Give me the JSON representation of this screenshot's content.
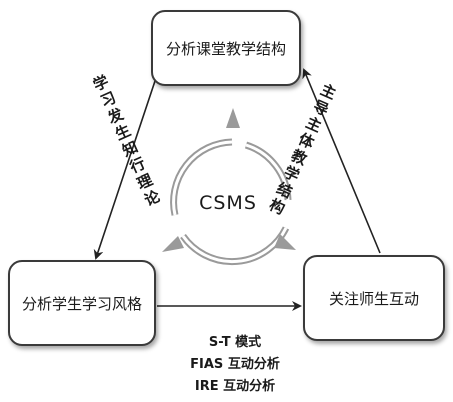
{
  "nodes": {
    "top": "分析课堂教学结构",
    "left": "分析学生学习风格",
    "right": "关注师生互动"
  },
  "edges": {
    "left_label": "学习发生知行理论",
    "right_label": "主导主体教学结构"
  },
  "methods": [
    "S-T 模式",
    "FIAS 互动分析",
    "IRE 互动分析"
  ],
  "center": {
    "label": "CSMS"
  },
  "colors": {
    "border": "#3a3a3a",
    "arrow": "#222222",
    "cycle": "#9a9a9a"
  }
}
